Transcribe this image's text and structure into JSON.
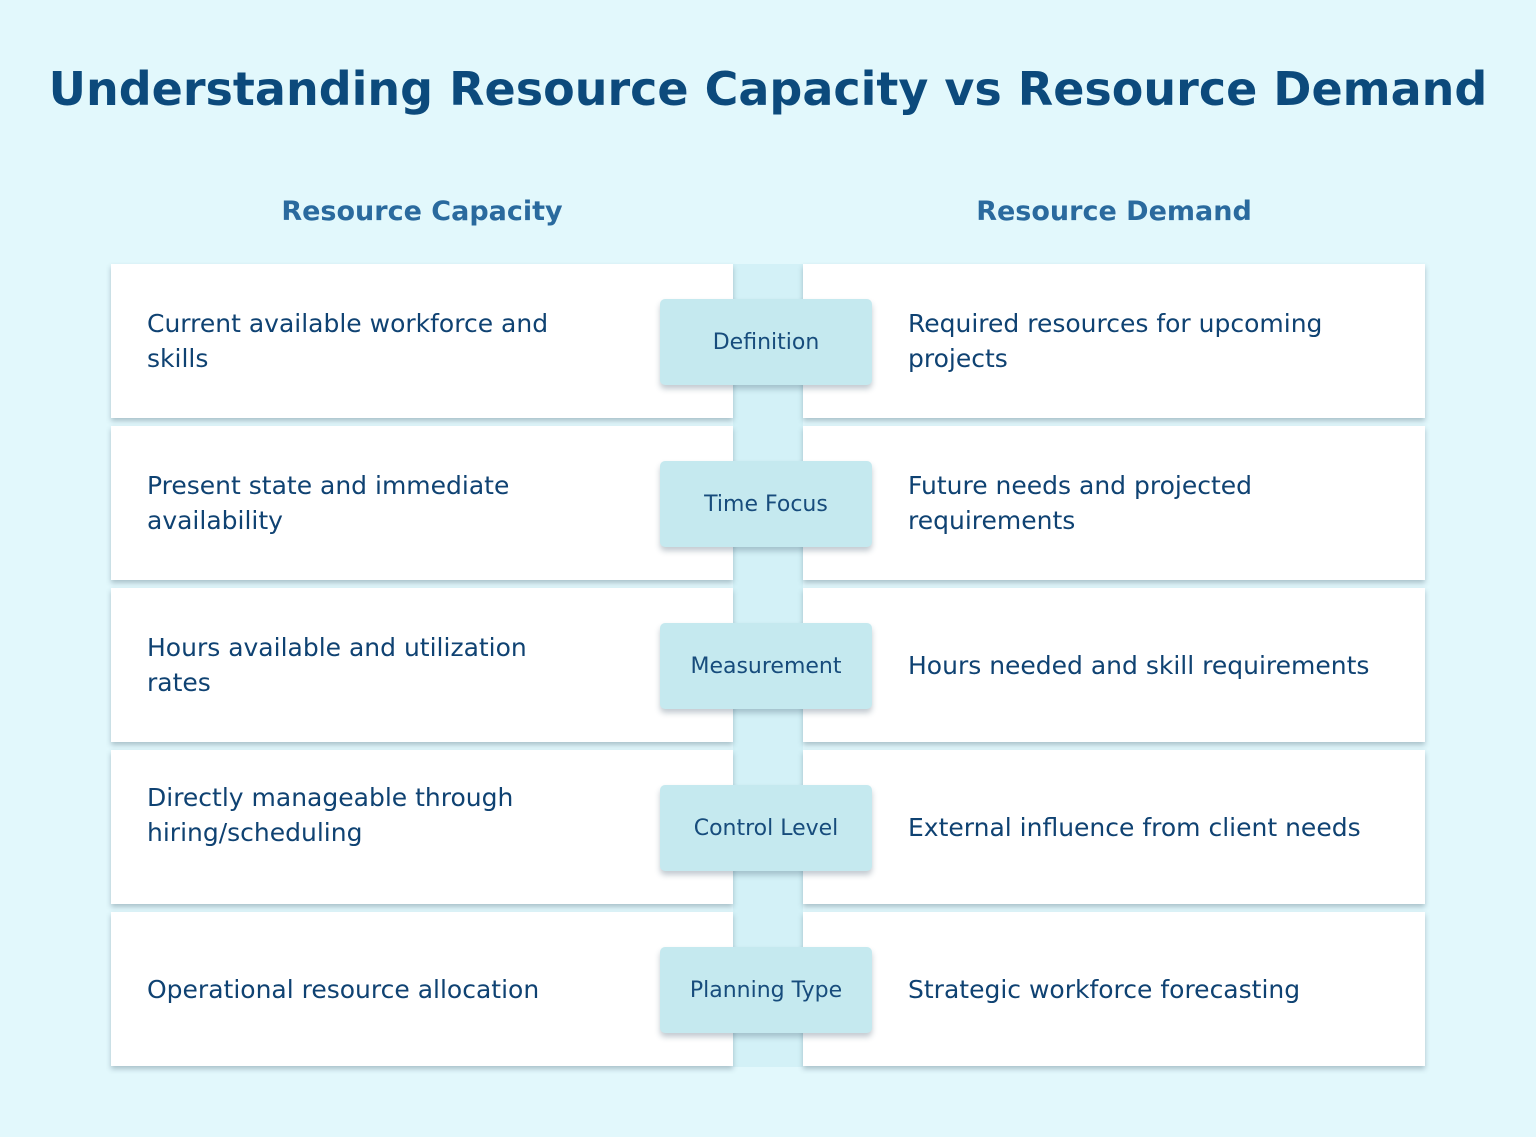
{
  "title": "Understanding Resource Capacity vs Resource Demand",
  "columns": {
    "left": "Resource Capacity",
    "right": "Resource Demand"
  },
  "colors": {
    "background": "#e2f8fc",
    "title": "#0c4a7c",
    "heading": "#2a6a9e",
    "card": "#ffffff",
    "pill": "#c5e9ef",
    "text": "#0f4272"
  },
  "rows": [
    {
      "criterion": "Definition",
      "capacity": "Current available workforce and skills",
      "demand": "Required resources for upcoming projects"
    },
    {
      "criterion": "Time Focus",
      "capacity": "Present state and immediate availability",
      "demand": "Future needs and projected requirements"
    },
    {
      "criterion": "Measurement",
      "capacity": "Hours available and utilization rates",
      "demand": "Hours needed and skill requirements"
    },
    {
      "criterion": "Control Level",
      "capacity": "Directly manageable through hiring/scheduling",
      "demand": "External influence from client needs"
    },
    {
      "criterion": "Planning Type",
      "capacity": "Operational resource allocation",
      "demand": "Strategic workforce forecasting"
    }
  ]
}
